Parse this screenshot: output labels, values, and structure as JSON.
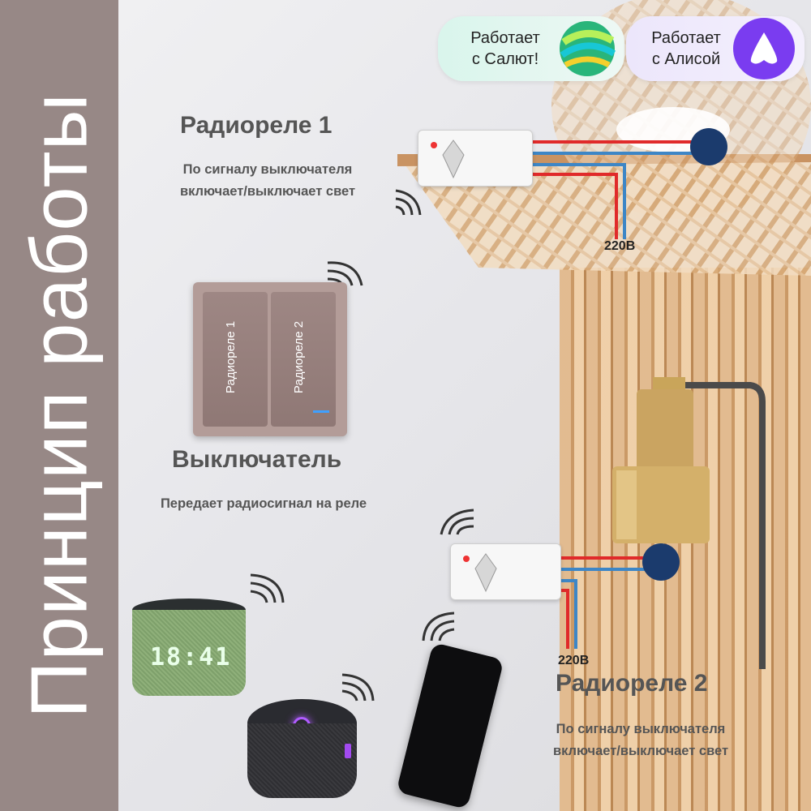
{
  "title": "Принцип работы",
  "badges": {
    "salute": {
      "text": "Работает\nс Салют!",
      "line1": "Работает",
      "line2": "с Салют!"
    },
    "alice": {
      "line1": "Работает",
      "line2": "с Алисой"
    }
  },
  "relay1": {
    "title": "Радиореле 1",
    "desc_line1": "По сигналу выключателя",
    "desc_line2": "включает/выключает свет",
    "voltage": "220В"
  },
  "switch": {
    "title": "Выключатель",
    "desc": "Передает радиосигнал на реле",
    "key1_label": "Радиореле 1",
    "key2_label": "Радиореле 2"
  },
  "relay2": {
    "title": "Радиореле 2",
    "desc_line1": "По сигналу выключателя",
    "desc_line2": "включает/выключает свет",
    "voltage": "220В"
  },
  "speaker_clock": "18:41",
  "colors": {
    "left_bar": "#978886",
    "wire_live": "#e02a2a",
    "wire_neutral": "#3d86c6",
    "bulb": "#1b3b6d",
    "text_gray": "#555555"
  },
  "icons": [
    "salute-logo-icon",
    "alice-logo-icon",
    "wifi-signal-icon",
    "lamp-bulb-icon"
  ]
}
